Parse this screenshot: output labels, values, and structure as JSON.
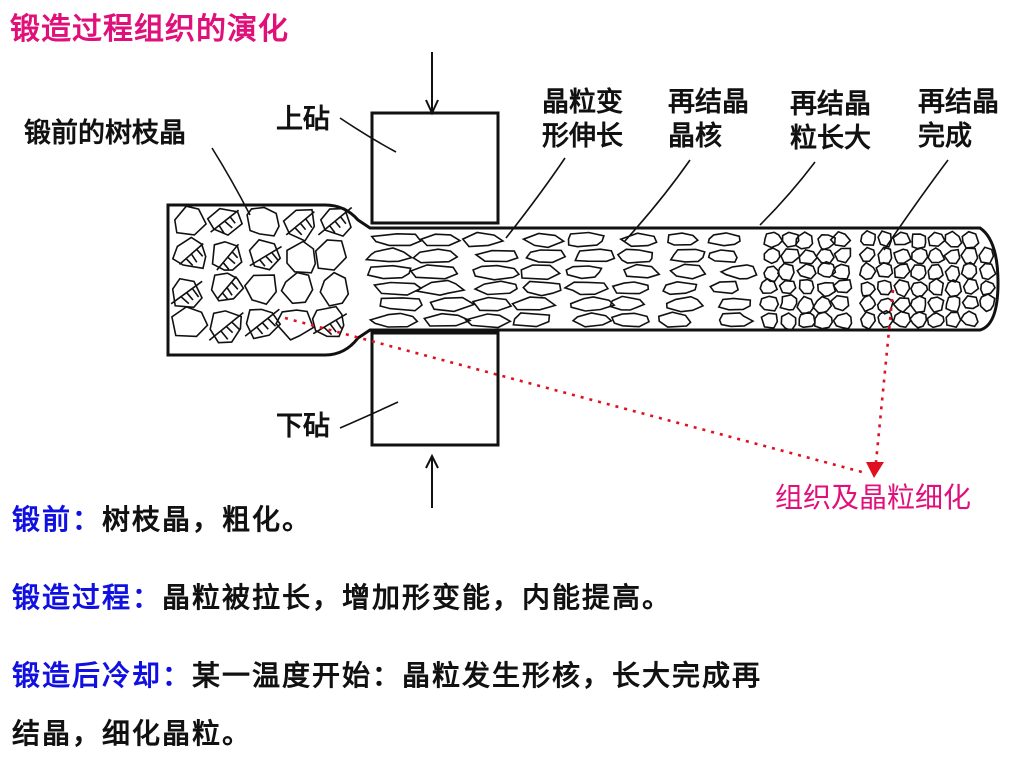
{
  "title": "锻造过程组织的演化",
  "diagram": {
    "labels": {
      "dendrite_before": "锻前的树枝晶",
      "upper_anvil": "上砧",
      "lower_anvil": "下砧",
      "stage_elongation_1": "晶粒变",
      "stage_elongation_2": "形伸长",
      "stage_nucleation_1": "再结晶",
      "stage_nucleation_2": "晶核",
      "stage_growth_1": "再结晶",
      "stage_growth_2": "粒长大",
      "stage_complete_1": "再结晶",
      "stage_complete_2": "完成"
    },
    "annotation": "组织及晶粒细化",
    "colors": {
      "annotation": "#e0107a",
      "arrow": "#e01020"
    }
  },
  "lines": [
    {
      "key": "锻前：",
      "text": "树枝晶，粗化。"
    },
    {
      "key": "锻造过程：",
      "text": "晶粒被拉长，增加形变能，内能提高。"
    },
    {
      "key": "锻造后冷却：",
      "text": "某一温度开始：晶粒发生形核，长大完成再"
    },
    {
      "key": "",
      "text": "结晶，细化晶粒。"
    }
  ],
  "colors": {
    "title": "#e0107a",
    "key": "#1010e0",
    "text": "#111111"
  }
}
